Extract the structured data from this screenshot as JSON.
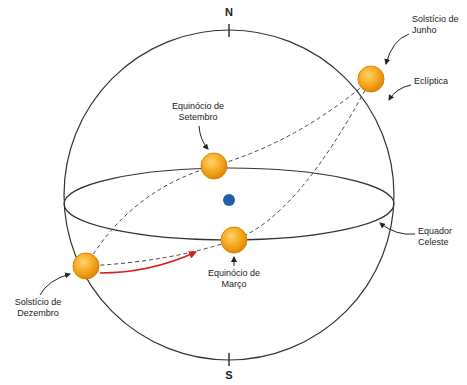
{
  "diagram": {
    "labels": [
      "N",
      "Equinócio de Setembro",
      "Solstício de Junho",
      "Eclíptica",
      "Equador Celeste",
      "Equinócio de Março",
      "Solstício de Dezembro",
      "S"
    ]
  }
}
